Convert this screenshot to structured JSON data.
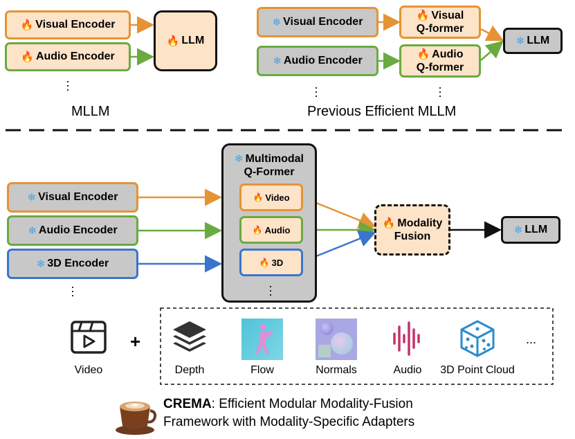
{
  "top_left": {
    "visual_encoder": "Visual Encoder",
    "audio_encoder": "Audio Encoder",
    "llm": "LLM",
    "caption": "MLLM"
  },
  "top_right": {
    "visual_encoder": "Visual Encoder",
    "audio_encoder": "Audio Encoder",
    "visual_qformer_line1": "Visual",
    "visual_qformer_line2": "Q-former",
    "audio_qformer_line1": "Audio",
    "audio_qformer_line2": "Q-former",
    "llm": "LLM",
    "caption": "Previous Efficient MLLM"
  },
  "bottom": {
    "multimodal_title_line1": "Multimodal",
    "multimodal_title_line2": "Q-Former",
    "video": "Video",
    "audio": "Audio",
    "three_d": "3D",
    "visual_encoder": "Visual Encoder",
    "audio_encoder": "Audio Encoder",
    "encoder_3d": "3D Encoder",
    "fusion_line1": "Modality",
    "fusion_line2": "Fusion",
    "llm": "LLM"
  },
  "modalities": {
    "video": "Video",
    "plus": "+",
    "depth": "Depth",
    "flow": "Flow",
    "normals": "Normals",
    "audio": "Audio",
    "point_cloud": "3D Point Cloud",
    "more": "..."
  },
  "footer": {
    "brand": "CREMA",
    "line1_rest": ": Efficient Modular Modality-Fusion",
    "line2": "Framework with Modality-Specific Adapters"
  },
  "icons": {
    "trainable": "flame-icon",
    "frozen": "snowflake-icon"
  },
  "colors": {
    "visual": "#e59334",
    "audio": "#6aaa3f",
    "three_d": "#3a75cc",
    "trainable_fill": "#fde3c8",
    "frozen_fill": "#c8c8c8"
  }
}
